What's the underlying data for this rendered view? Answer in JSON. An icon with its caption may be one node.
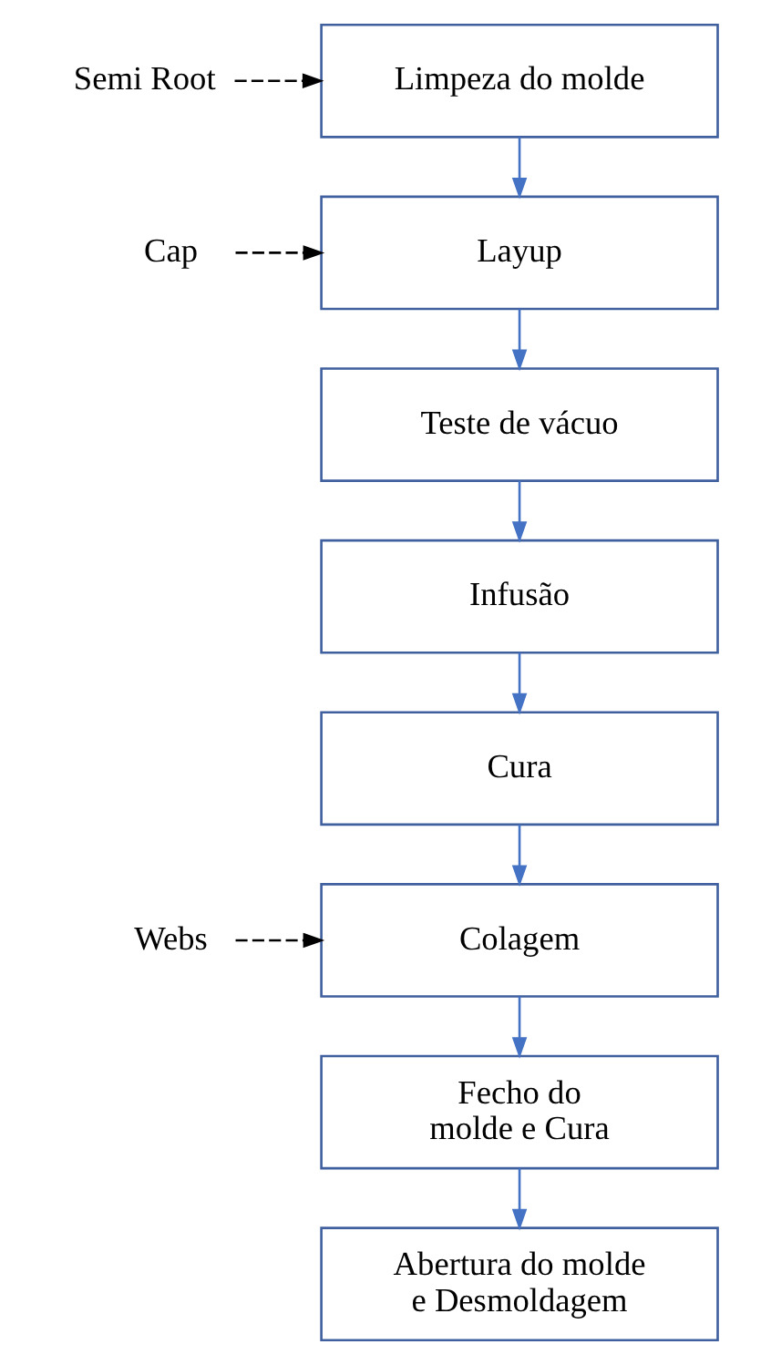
{
  "diagram": {
    "nodes": [
      {
        "text": [
          "Semi Root"
        ]
      },
      {
        "text": [
          "Limpeza do molde"
        ]
      },
      {
        "text": [
          "Cap"
        ]
      },
      {
        "text": [
          "Layup"
        ]
      },
      {
        "text": [
          "Teste de vácuo"
        ]
      },
      {
        "text": [
          "Infusão"
        ]
      },
      {
        "text": [
          "Cura"
        ]
      },
      {
        "text": [
          "Webs"
        ]
      },
      {
        "text": [
          "Colagem"
        ]
      },
      {
        "text": [
          "Fecho do molde e Cura"
        ]
      },
      {
        "text": [
          "Abertura do molde e Desmoldagem"
        ]
      }
    ],
    "edges": [
      {
        "from": 0,
        "to": 1,
        "arrow": "to",
        "style": "dashed",
        "color": "#000000"
      },
      {
        "from": 1,
        "to": 3,
        "arrow": "to"
      },
      {
        "from": 2,
        "to": 3,
        "arrow": "to",
        "style": "dashed",
        "color": "#000000"
      },
      {
        "from": 3,
        "to": 4,
        "arrow": "to"
      },
      {
        "from": 4,
        "to": 5,
        "arrow": "to"
      },
      {
        "from": 5,
        "to": 6,
        "arrow": "to"
      },
      {
        "from": 6,
        "to": 8,
        "arrow": "to"
      },
      {
        "from": 7,
        "to": 8,
        "arrow": "to",
        "style": "dashed",
        "color": "#000000"
      },
      {
        "from": 8,
        "to": 9,
        "arrow": "to"
      },
      {
        "from": 9,
        "to": 10,
        "arrow": "to"
      }
    ]
  }
}
